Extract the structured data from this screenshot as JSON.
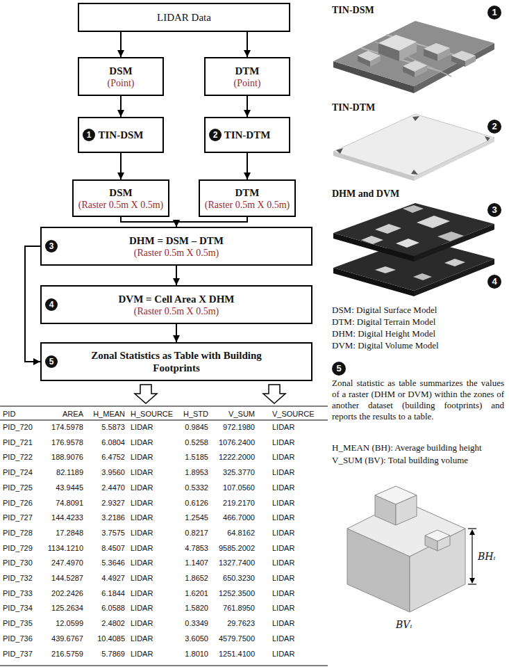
{
  "diagram": {
    "nodes": [
      {
        "text": [
          "LIDAR Data"
        ]
      },
      {
        "text": [
          "DSM",
          "(Point)"
        ]
      },
      {
        "text": [
          "DTM",
          "(Point)"
        ]
      },
      {
        "text": [
          "TIN-DSM"
        ]
      },
      {
        "text": [
          "TIN-DTM"
        ]
      },
      {
        "text": [
          "DSM",
          "(Raster 0.5m X 0.5m)"
        ]
      },
      {
        "text": [
          "DTM",
          "(Raster 0.5m X 0.5m)"
        ]
      },
      {
        "text": [
          "DHM = DSM – DTM",
          "(Raster 0.5m X 0.5m)"
        ]
      },
      {
        "text": [
          "DVM = Cell Area X DHM",
          "(Raster 0.5m X 0.5m)"
        ]
      },
      {
        "text": [
          "Zonal Statistics as Table with Building Footprints"
        ]
      }
    ],
    "edges": [
      {
        "from": 0,
        "to": 1,
        "arrow": "to"
      },
      {
        "from": 0,
        "to": 2,
        "arrow": "to"
      },
      {
        "from": 1,
        "to": 3,
        "arrow": "to"
      },
      {
        "from": 2,
        "to": 4,
        "arrow": "to"
      },
      {
        "from": 3,
        "to": 5,
        "arrow": "to"
      },
      {
        "from": 4,
        "to": 6,
        "arrow": "to"
      },
      {
        "from": 5,
        "to": 7,
        "arrow": "to"
      },
      {
        "from": 6,
        "to": 7,
        "arrow": "to"
      },
      {
        "from": 7,
        "to": 8,
        "arrow": "to"
      },
      {
        "from": 8,
        "to": 9,
        "arrow": "to"
      },
      {
        "from": 7,
        "to": 9,
        "arrow": "to"
      }
    ],
    "labels": [
      "1",
      "2",
      "3",
      "4",
      "5",
      "TIN-DSM",
      "1",
      "TIN-DTM",
      "2",
      "DHM and DVM",
      "3",
      "4",
      "DSM: Digital Surface Model",
      "DTM: Digital Terrain Model",
      "DHM: Digital Height Model",
      "DVM: Digital Volume Model",
      "5",
      "Zonal statistic as table summarizes the values of a raster (DHM or DVM) within the zones of another dataset (building footprints) and reports the results to a table.",
      "H_MEAN (BH): Average building height",
      "V_SUM (BV): Total building volume",
      "BHᵢ",
      "BVᵢ",
      "PID",
      "AREA",
      "H_MEAN",
      "H_SOURCE",
      "H_STD",
      "V_SUM",
      "V_SOURCE",
      "PID_720",
      "174.5978",
      "5.5873",
      "LIDAR",
      "0.9845",
      "972.1980",
      "LIDAR",
      "PID_721",
      "176.9578",
      "6.0804",
      "LIDAR",
      "0.5258",
      "1076.2400",
      "LIDAR",
      "PID_722",
      "188.9076",
      "6.4752",
      "LIDAR",
      "1.5185",
      "1222.2000",
      "LIDAR",
      "PID_724",
      "82.1189",
      "3.9560",
      "LIDAR",
      "1.8953",
      "325.3770",
      "LIDAR",
      "PID_725",
      "43.9445",
      "2.4470",
      "LIDAR",
      "0.5332",
      "107.0560",
      "LIDAR",
      "PID_726",
      "74.8091",
      "2.9327",
      "LIDAR",
      "0.6126",
      "219.2170",
      "LIDAR",
      "PID_727",
      "144.4233",
      "3.2186",
      "LIDAR",
      "1.2545",
      "466.7000",
      "LIDAR",
      "PID_728",
      "17.2848",
      "3.7575",
      "LIDAR",
      "0.8217",
      "64.8162",
      "LIDAR",
      "PID_729",
      "1134.1210",
      "8.4507",
      "LIDAR",
      "4.7853",
      "9585.2002",
      "LIDAR",
      "PID_730",
      "247.4970",
      "5.3646",
      "LIDAR",
      "1.1407",
      "1327.7400",
      "LIDAR",
      "PID_732",
      "144.5287",
      "4.4927",
      "LIDAR",
      "1.8652",
      "650.3230",
      "LIDAR",
      "PID_733",
      "202.2426",
      "6.1844",
      "LIDAR",
      "1.6201",
      "1252.3500",
      "LIDAR",
      "PID_734",
      "125.2634",
      "6.0588",
      "LIDAR",
      "1.5820",
      "761.8950",
      "LIDAR",
      "PID_735",
      "12.0599",
      "2.4802",
      "LIDAR",
      "0.3349",
      "29.7623",
      "LIDAR",
      "PID_736",
      "439.6767",
      "10.4085",
      "LIDAR",
      "3.6050",
      "4579.7500",
      "LIDAR",
      "PID_737",
      "216.5759",
      "5.7869",
      "LIDAR",
      "1.8010",
      "1251.4100",
      "LIDAR"
    ]
  }
}
